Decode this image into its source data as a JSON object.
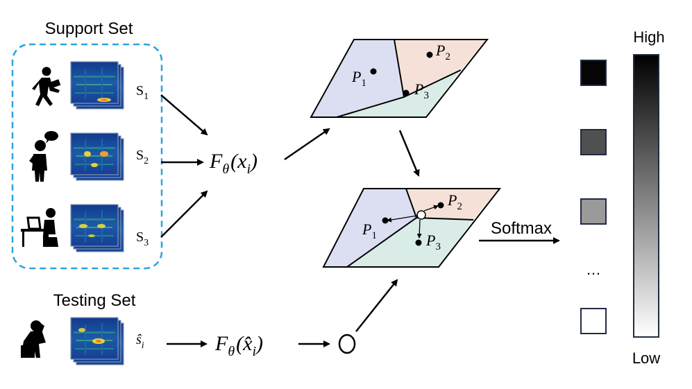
{
  "support_set": {
    "title": "Support Set",
    "items": [
      {
        "label_main": "S",
        "label_sub": "1",
        "icon": "walking-person-icon"
      },
      {
        "label_main": "S",
        "label_sub": "2",
        "icon": "talking-person-icon"
      },
      {
        "label_main": "S",
        "label_sub": "3",
        "icon": "person-at-desk-icon"
      }
    ]
  },
  "testing_set": {
    "title": "Testing Set",
    "label": "ŝ",
    "label_sub": "i",
    "icon": "distressed-person-icon"
  },
  "embedding": {
    "support_main": "F",
    "support_theta": "θ",
    "support_arg": "(x",
    "support_arg_sub": "i",
    "support_close": ")",
    "test_main": "F",
    "test_theta": "θ",
    "test_arg": "(x̂",
    "test_arg_sub": "i",
    "test_close": ")"
  },
  "prototypes": [
    {
      "main": "P",
      "sub": "1"
    },
    {
      "main": "P",
      "sub": "2"
    },
    {
      "main": "P",
      "sub": "3"
    }
  ],
  "softmax_label": "Softmax",
  "scale": {
    "high": "High",
    "low": "Low",
    "ellipsis": "…"
  },
  "colors": {
    "dashed_border": "#2aa3df",
    "region_blue": "#dcdff2",
    "region_peach": "#f6e1d8",
    "region_teal": "#d9ece8",
    "swatch_1": "#050505",
    "swatch_2": "#505050",
    "swatch_3": "#9a9a9a",
    "swatch_4": "#ffffff"
  }
}
